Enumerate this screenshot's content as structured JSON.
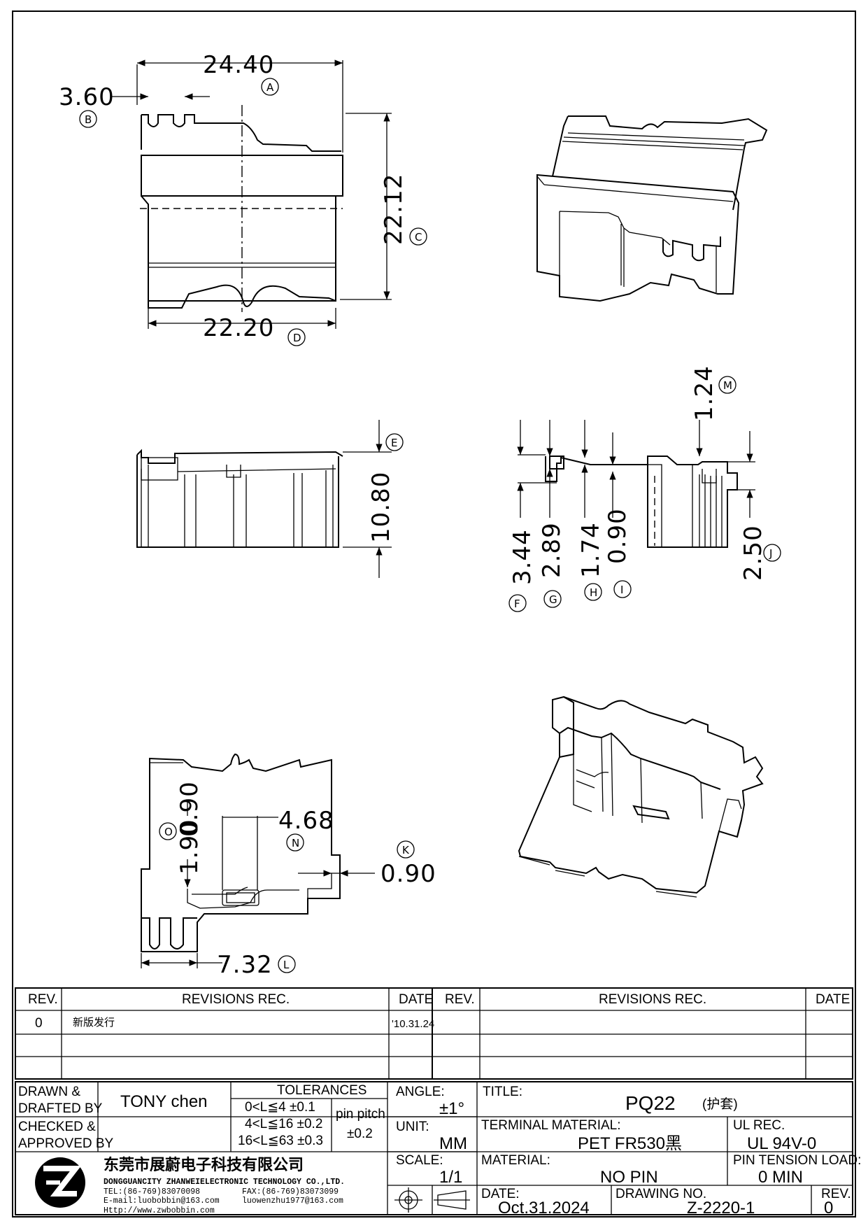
{
  "dimensions": {
    "A": "24.40",
    "B": "3.60",
    "C": "22.12",
    "D": "22.20",
    "E": "10.80",
    "F": "3.44",
    "G": "2.89",
    "H": "1.74",
    "I": "0.90",
    "J": "2.50",
    "K": "0.90",
    "L": "7.32",
    "M": "1.24",
    "N": "4.68",
    "O": "0.90",
    "O2": "1.90"
  },
  "revision_table": {
    "headers": [
      "REV.",
      "REVISIONS  REC.",
      "DATE",
      "REV.",
      "REVISIONS  REC.",
      "DATE"
    ],
    "rows": [
      {
        "rev": "0",
        "rec": "新版发行",
        "date": "'10.31.24"
      }
    ]
  },
  "title_block": {
    "drawn_label": "DRAWN &",
    "drafted_label": "DRAFTED BY",
    "drawn_by": "TONY chen",
    "checked_label": "CHECKED &",
    "approved_label": "APPROVED BY",
    "tolerances_label": "TOLERANCES",
    "tol_1": "0<L≦4   ±0.1",
    "tol_2": "4<L≦16  ±0.2",
    "tol_3": "16<L≦63  ±0.3",
    "pin_pitch_label": "pin pitch",
    "pin_pitch_value": "±0.2",
    "angle_label": "ANGLE:",
    "angle_value": "±1°",
    "unit_label": "UNIT:",
    "unit_value": "MM",
    "scale_label": "SCALE:",
    "scale_value": "1/1",
    "title_label": "TITLE:",
    "title_value": "PQ22",
    "title_note": "(护套)",
    "terminal_label": "TERMINAL MATERIAL:",
    "terminal_value": "PET FR530黑",
    "ul_label": "UL REC.",
    "ul_value": "UL 94V-0",
    "material_label": "MATERIAL:",
    "material_value": "NO PIN",
    "pin_tension_label": "PIN TENSION LOAD:",
    "pin_tension_value": "0 MIN",
    "date_label": "DATE:",
    "date_value": "Oct.31.2024",
    "drawing_no_label": "DRAWING NO.",
    "drawing_no_value": "Z-2220-1",
    "rev_label": "REV.",
    "rev_value": "0"
  },
  "company": {
    "name_cn": "东莞市展蔚电子科技有限公司",
    "name_en": "DONGGUANCITY ZHANWEIELECTRONIC TECHNOLOGY CO.,LTD.",
    "tel": "TEL:(86-769)83070098",
    "fax": "FAX:(86-769)83073099",
    "email_1": "E-mail:luobobbin@163.com",
    "email_2": "luowenzhu1977@163.com",
    "web": "Http://www.zwbobbin.com"
  }
}
